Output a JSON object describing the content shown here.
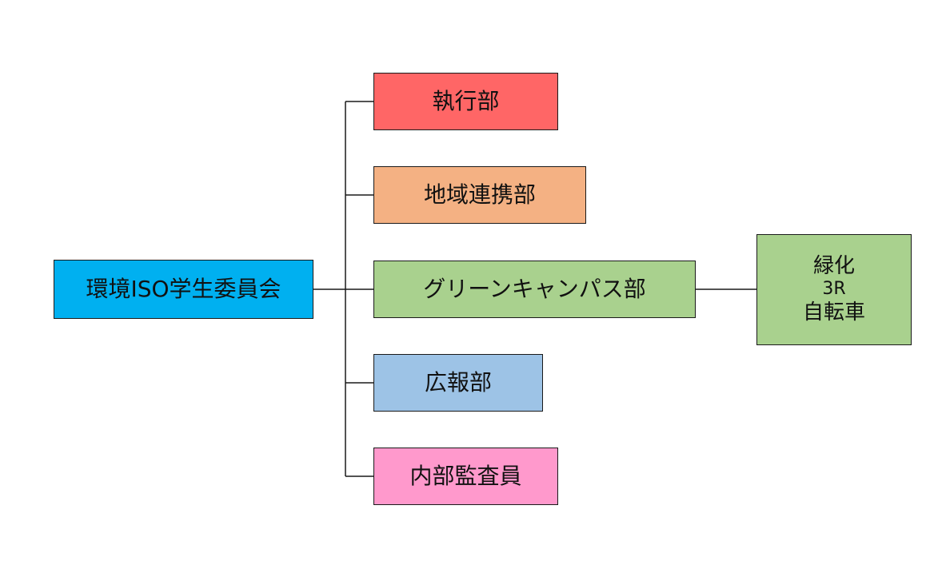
{
  "root": {
    "label": "環境ISO学生委員会",
    "color": "#00b0f0"
  },
  "departments": [
    {
      "label": "執行部",
      "color": "#ff6666"
    },
    {
      "label": "地域連携部",
      "color": "#f4b183"
    },
    {
      "label": "グリーンキャンパス部",
      "color": "#a9d18e"
    },
    {
      "label": "広報部",
      "color": "#9dc3e6"
    },
    {
      "label": "内部監査員",
      "color": "#ff99cc"
    }
  ],
  "green_activities": {
    "color": "#a9d18e",
    "items": [
      "緑化",
      "3R",
      "自転車"
    ]
  }
}
